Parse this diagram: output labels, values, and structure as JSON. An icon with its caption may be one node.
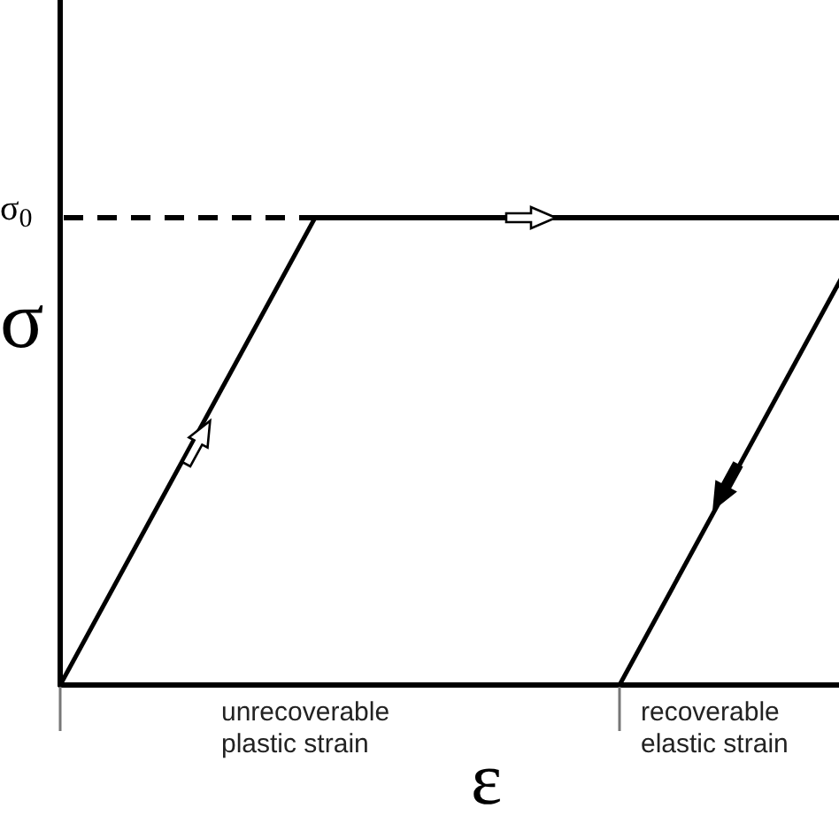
{
  "diagram": {
    "labels": [
      "σ$_{0}$",
      "σ",
      "unrecoverable plastic strain",
      "recoverable elastic strain",
      "ε"
    ]
  }
}
